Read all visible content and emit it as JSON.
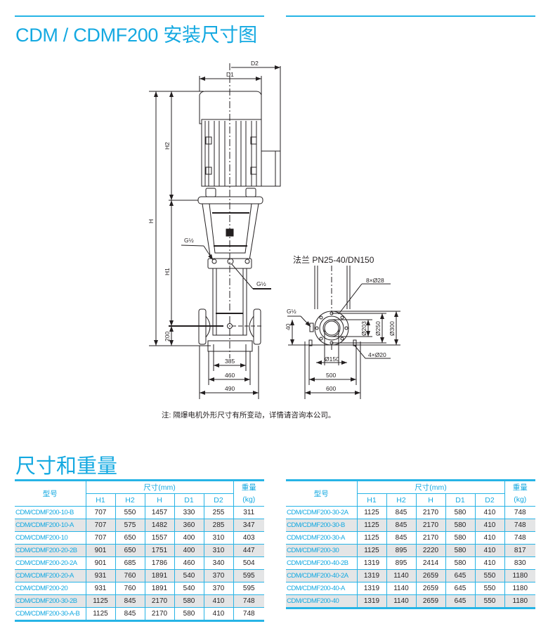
{
  "header": {
    "title": "CDM / CDMF200 安装尺寸图",
    "accent_color": "#14a9e1",
    "rule_color": "#27b4e6"
  },
  "drawing": {
    "labels": {
      "d1": "D1",
      "d2": "D2",
      "h": "H",
      "h1": "H1",
      "h2": "H2",
      "dim_200": "200",
      "dim_385": "385",
      "dim_460": "460",
      "dim_490": "490",
      "g_left": "G½",
      "g_right": "G½"
    },
    "flange": {
      "title": "法兰 PN25-40/DN150",
      "bolt_holes": "8×Ø28",
      "g_port": "G½",
      "dim_40": "40",
      "dia_203": "Ø203",
      "dia_250": "Ø250",
      "dia_300": "Ø300",
      "base_holes": "4×Ø20",
      "dia_150": "Ø150",
      "dim_500": "500",
      "dim_600": "600"
    },
    "note": "注:  隔爆电机外形尺寸有所变动，详情请咨询本公司。"
  },
  "section": {
    "title": "尺寸和重量"
  },
  "table_headers": {
    "model": "型号",
    "dims_group": "尺寸(mm)",
    "weight_line1": "重量",
    "weight_line2": "(kg)",
    "cols": [
      "H1",
      "H2",
      "H",
      "D1",
      "D2"
    ]
  },
  "table_left": {
    "rows": [
      {
        "model": "CDM/CDMF200-10-B",
        "h1": "707",
        "h2": "550",
        "h": "1457",
        "d1": "330",
        "d2": "255",
        "kg": "311"
      },
      {
        "model": "CDM/CDMF200-10-A",
        "h1": "707",
        "h2": "575",
        "h": "1482",
        "d1": "360",
        "d2": "285",
        "kg": "347"
      },
      {
        "model": "CDM/CDMF200-10",
        "h1": "707",
        "h2": "650",
        "h": "1557",
        "d1": "400",
        "d2": "310",
        "kg": "403"
      },
      {
        "model": "CDM/CDMF200-20-2B",
        "h1": "901",
        "h2": "650",
        "h": "1751",
        "d1": "400",
        "d2": "310",
        "kg": "447"
      },
      {
        "model": "CDM/CDMF200-20-2A",
        "h1": "901",
        "h2": "685",
        "h": "1786",
        "d1": "460",
        "d2": "340",
        "kg": "504"
      },
      {
        "model": "CDM/CDMF200-20-A",
        "h1": "931",
        "h2": "760",
        "h": "1891",
        "d1": "540",
        "d2": "370",
        "kg": "595"
      },
      {
        "model": "CDM/CDMF200-20",
        "h1": "931",
        "h2": "760",
        "h": "1891",
        "d1": "540",
        "d2": "370",
        "kg": "595"
      },
      {
        "model": "CDM/CDMF200-30-2B",
        "h1": "1125",
        "h2": "845",
        "h": "2170",
        "d1": "580",
        "d2": "410",
        "kg": "748"
      },
      {
        "model": "CDM/CDMF200-30-A-B",
        "h1": "1125",
        "h2": "845",
        "h": "2170",
        "d1": "580",
        "d2": "410",
        "kg": "748"
      }
    ]
  },
  "table_right": {
    "rows": [
      {
        "model": "CDM/CDMF200-30-2A",
        "h1": "1125",
        "h2": "845",
        "h": "2170",
        "d1": "580",
        "d2": "410",
        "kg": "748"
      },
      {
        "model": "CDM/CDMF200-30-B",
        "h1": "1125",
        "h2": "845",
        "h": "2170",
        "d1": "580",
        "d2": "410",
        "kg": "748"
      },
      {
        "model": "CDM/CDMF200-30-A",
        "h1": "1125",
        "h2": "845",
        "h": "2170",
        "d1": "580",
        "d2": "410",
        "kg": "748"
      },
      {
        "model": "CDM/CDMF200-30",
        "h1": "1125",
        "h2": "895",
        "h": "2220",
        "d1": "580",
        "d2": "410",
        "kg": "817"
      },
      {
        "model": "CDM/CDMF200-40-2B",
        "h1": "1319",
        "h2": "895",
        "h": "2414",
        "d1": "580",
        "d2": "410",
        "kg": "830"
      },
      {
        "model": "CDM/CDMF200-40-2A",
        "h1": "1319",
        "h2": "1140",
        "h": "2659",
        "d1": "645",
        "d2": "550",
        "kg": "1180"
      },
      {
        "model": "CDM/CDMF200-40-A",
        "h1": "1319",
        "h2": "1140",
        "h": "2659",
        "d1": "645",
        "d2": "550",
        "kg": "1180"
      },
      {
        "model": "CDM/CDMF200-40",
        "h1": "1319",
        "h2": "1140",
        "h": "2659",
        "d1": "645",
        "d2": "550",
        "kg": "1180"
      }
    ]
  }
}
